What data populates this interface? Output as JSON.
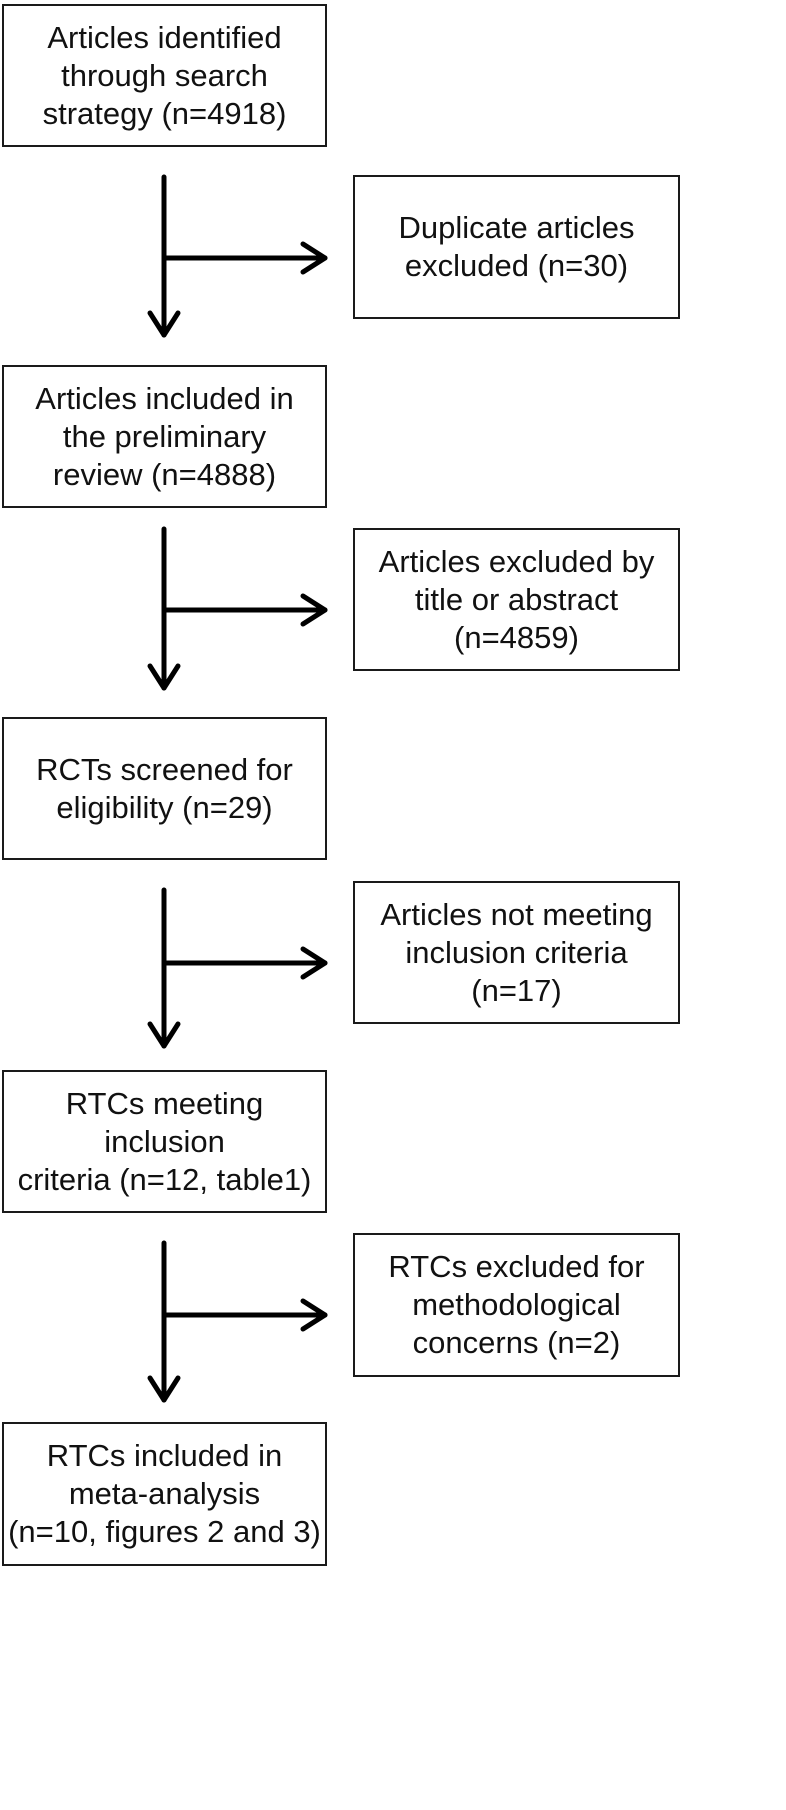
{
  "flow_boxes": [
    {
      "id": "identified",
      "text": "Articles identified\nthrough search\nstrategy (n=4918)"
    },
    {
      "id": "preliminary",
      "text": "Articles included in\nthe preliminary\nreview (n=4888)"
    },
    {
      "id": "screened",
      "text": "RCTs screened for\neligibility (n=29)"
    },
    {
      "id": "meeting",
      "text": "RTCs meeting inclusion\ncriteria (n=12, table1)"
    },
    {
      "id": "meta",
      "text": "RTCs included in\nmeta-analysis\n(n=10, figures 2 and 3)"
    }
  ],
  "exclusion_boxes": [
    {
      "id": "duplicates",
      "text": "Duplicate articles\nexcluded (n=30)"
    },
    {
      "id": "title-abstract",
      "text": "Articles excluded by\ntitle or abstract\n(n=4859)"
    },
    {
      "id": "not-meeting",
      "text": "Articles not meeting\ninclusion criteria\n(n=17)"
    },
    {
      "id": "methodological",
      "text": "RTCs excluded for\nmethodological\nconcerns (n=2)"
    }
  ]
}
